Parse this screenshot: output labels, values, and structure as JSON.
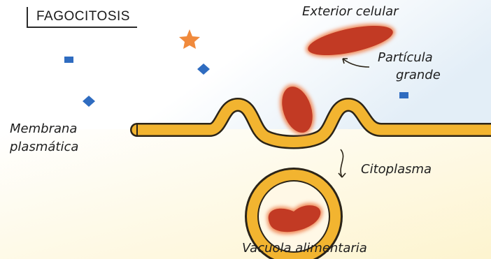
{
  "title": "FAGOCITOSIS",
  "labels": {
    "exterior": "Exterior celular",
    "particle_line1": "Partícula",
    "particle_line2": "grande",
    "membrane_line1": "Membrana",
    "membrane_line2": "plasmática",
    "cytoplasm": "Citoplasma",
    "vacuole": "Vacuola alimentaria"
  },
  "colors": {
    "membrane_fill": "#f2b430",
    "membrane_outline": "#2b2418",
    "particle": "#c23a24",
    "particle_glow": "#f08a5a",
    "outside_tint": "#e3eef7",
    "cytoplasm_tint": "#fdf4cf",
    "blue_molecules": "#2f6cc0",
    "star": "#f08a3c"
  }
}
